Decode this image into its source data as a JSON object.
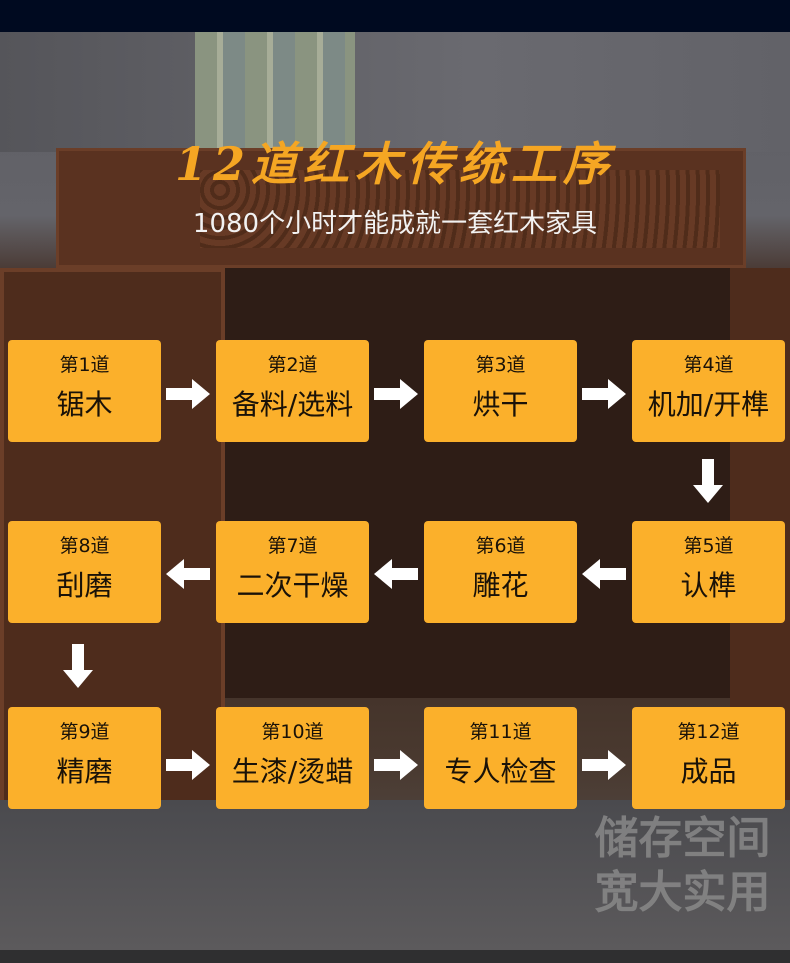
{
  "header": {
    "title": "12道红木传统工序",
    "subtitle": "1080个小时才能成就一套红木家具"
  },
  "steps": [
    {
      "number": "第1道",
      "label": "锯木"
    },
    {
      "number": "第2道",
      "label": "备料/选料"
    },
    {
      "number": "第3道",
      "label": "烘干"
    },
    {
      "number": "第4道",
      "label": "机加/开榫"
    },
    {
      "number": "第5道",
      "label": "认榫"
    },
    {
      "number": "第6道",
      "label": "雕花"
    },
    {
      "number": "第7道",
      "label": "二次干燥"
    },
    {
      "number": "第8道",
      "label": "刮磨"
    },
    {
      "number": "第9道",
      "label": "精磨"
    },
    {
      "number": "第10道",
      "label": "生漆/烫蜡"
    },
    {
      "number": "第11道",
      "label": "专人检查"
    },
    {
      "number": "第12道",
      "label": "成品"
    }
  ],
  "watermark": {
    "line1": "储存空间",
    "line2": "宽大实用"
  },
  "colors": {
    "box": "#fbb02b",
    "title": "#f5a623",
    "topbar": "#000a20"
  }
}
